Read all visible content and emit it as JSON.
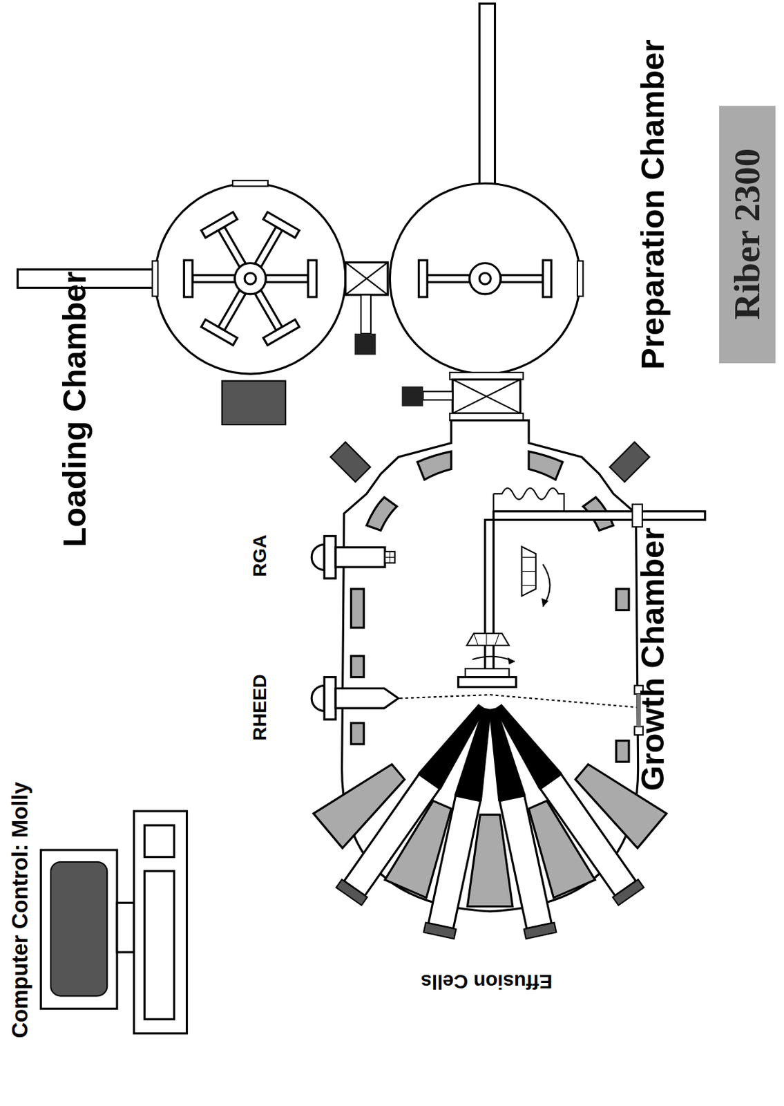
{
  "diagram": {
    "labels": [
      "Loading Chamber",
      "Preparation Chamber",
      "Growth Chamber",
      "RHEED",
      "RGA",
      "Computer Control: Molly",
      "Effusion Cells",
      "Riber 2300"
    ]
  }
}
